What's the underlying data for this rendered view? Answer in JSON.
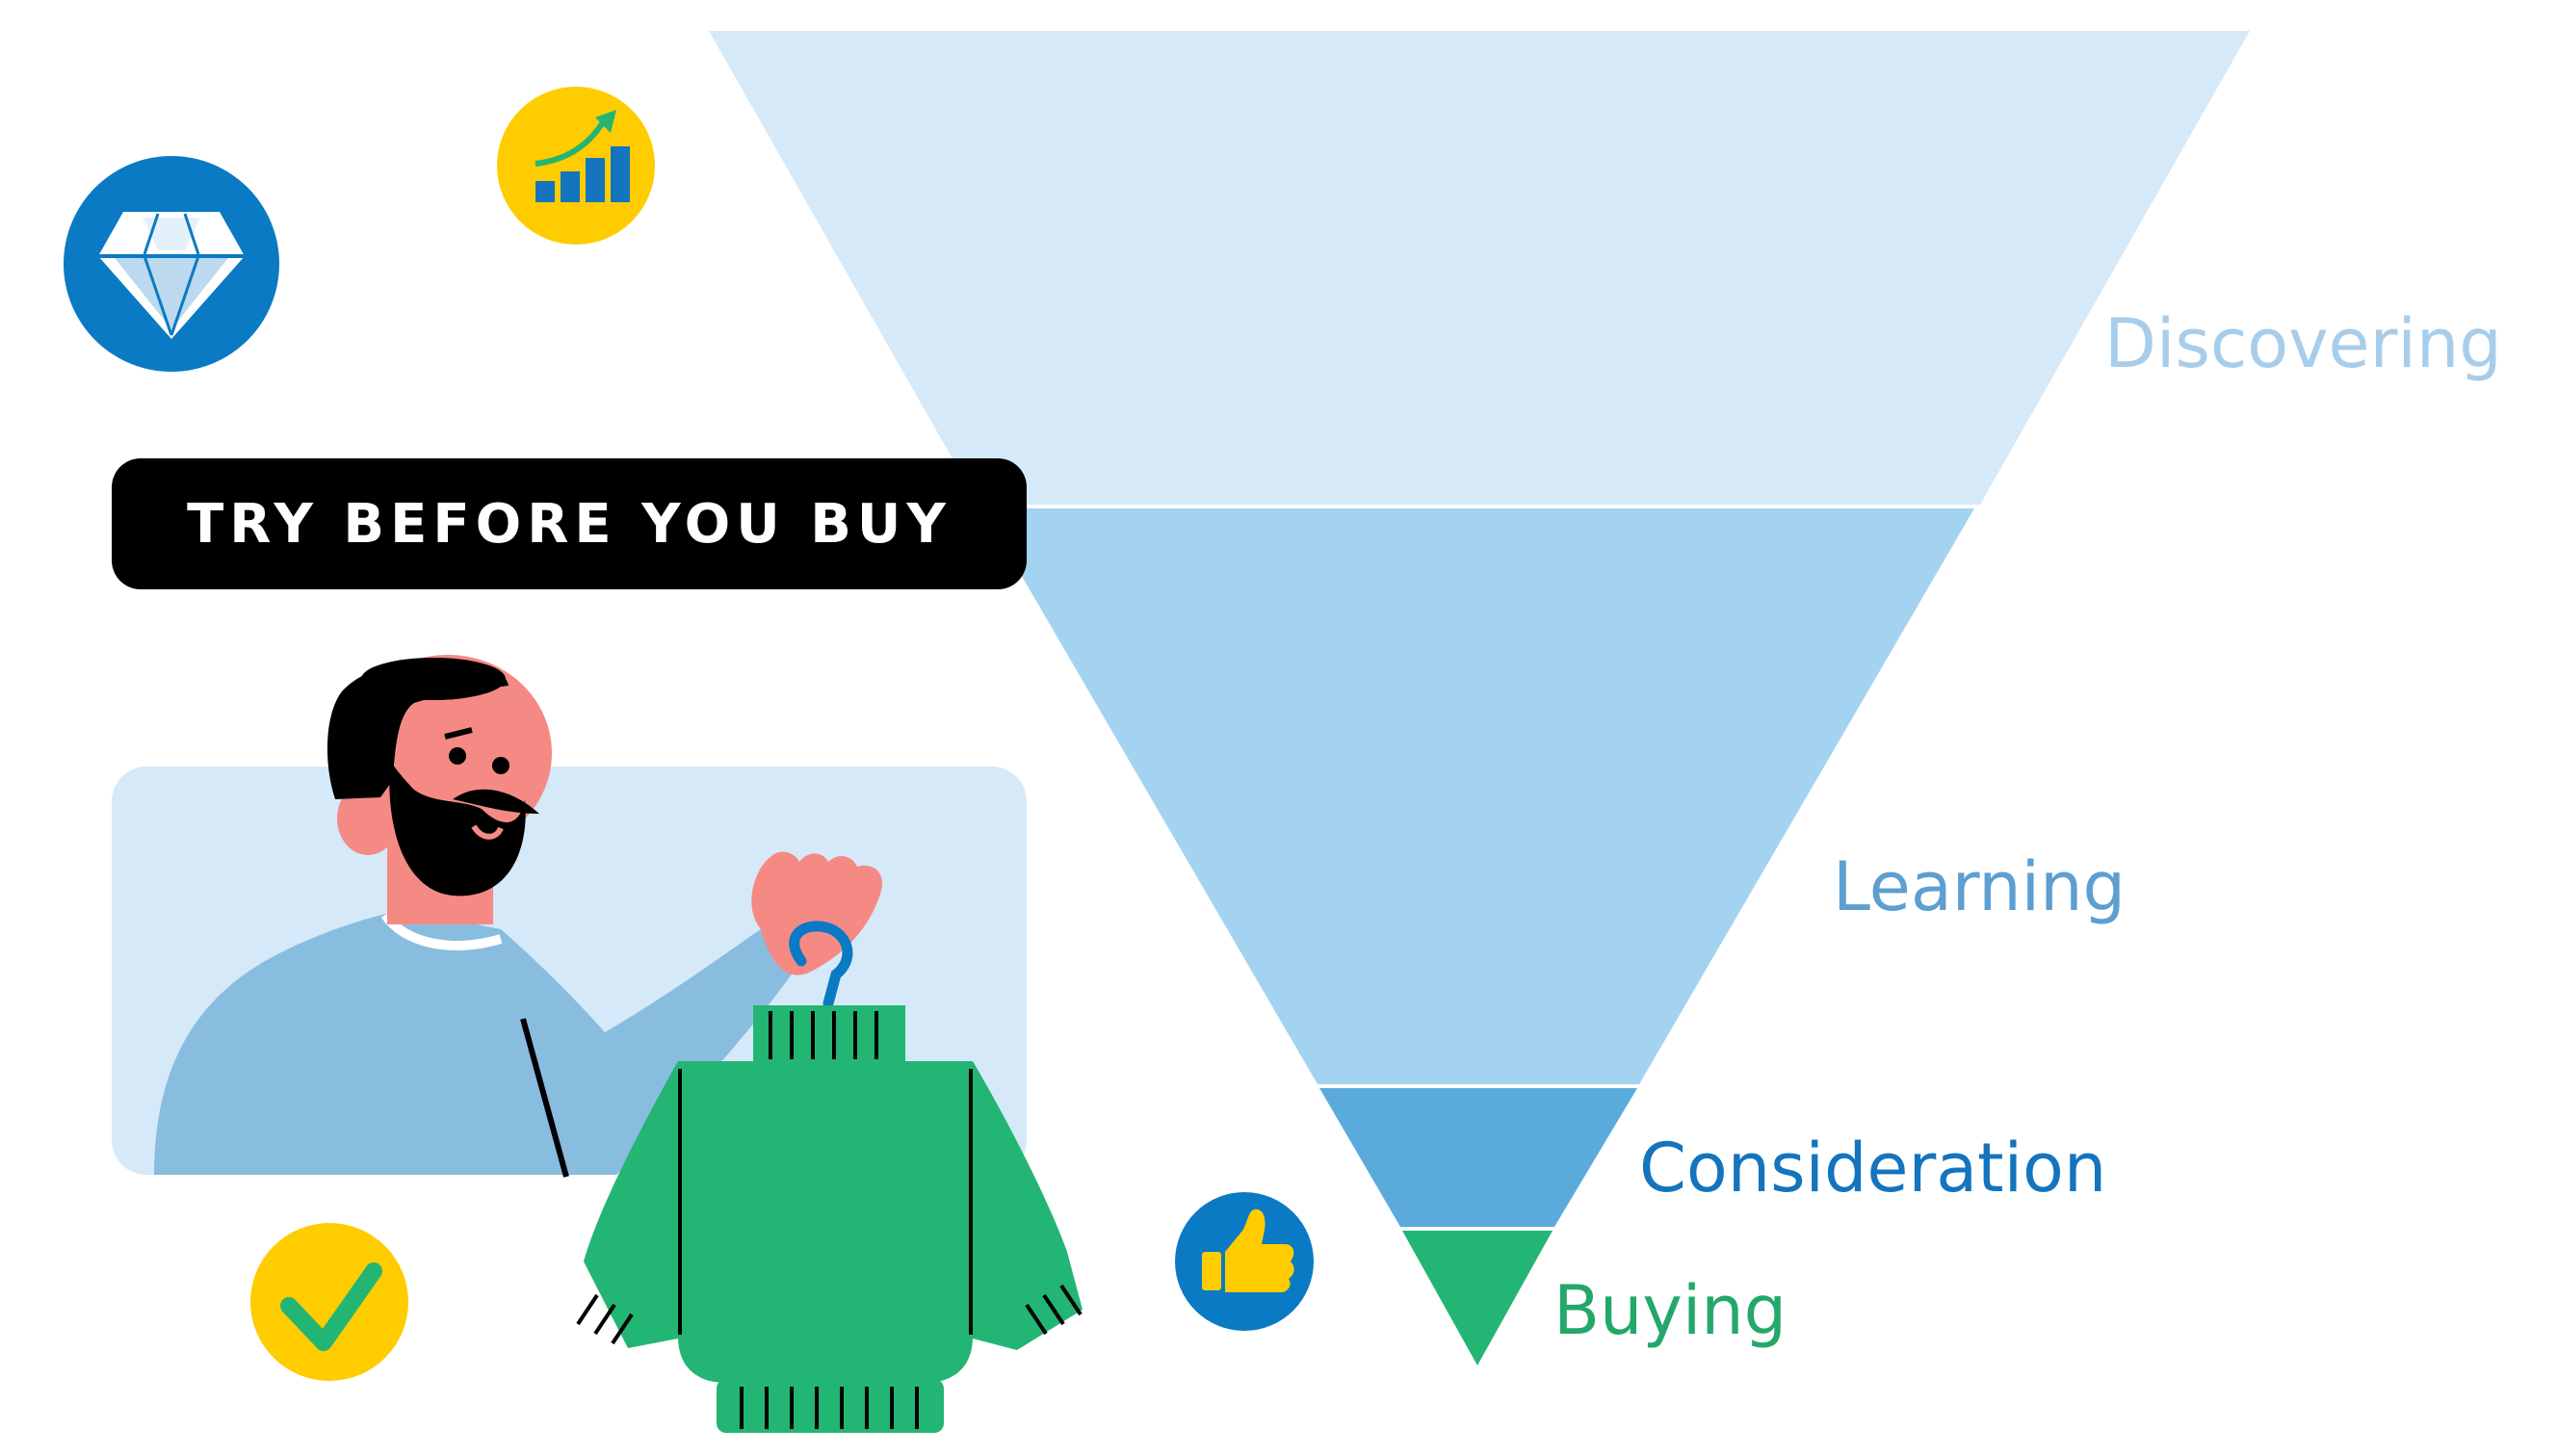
{
  "banner": {
    "title": "TRY BEFORE YOU BUY"
  },
  "funnel": {
    "stages": [
      {
        "label": "Discovering",
        "fill": "#d6e9f8",
        "text_color": "#a8cdea"
      },
      {
        "label": "Learning",
        "fill": "#a3d3f0",
        "text_color": "#5c9fd0"
      },
      {
        "label": "Consideration",
        "fill": "#5aabdb",
        "text_color": "#1474bd"
      },
      {
        "label": "Buying",
        "fill": "#23b573",
        "text_color": "#23a86a"
      }
    ]
  },
  "colors": {
    "blue_badge": "#0a7ac4",
    "yellow_badge": "#ffcc00",
    "sweater": "#23b573",
    "shirt": "#89bde0",
    "panel": "#d6e9f8",
    "skin": "#f58a85"
  },
  "icons": [
    "diamond-icon",
    "growth-chart-icon",
    "checkmark-icon",
    "thumbs-up-icon"
  ]
}
